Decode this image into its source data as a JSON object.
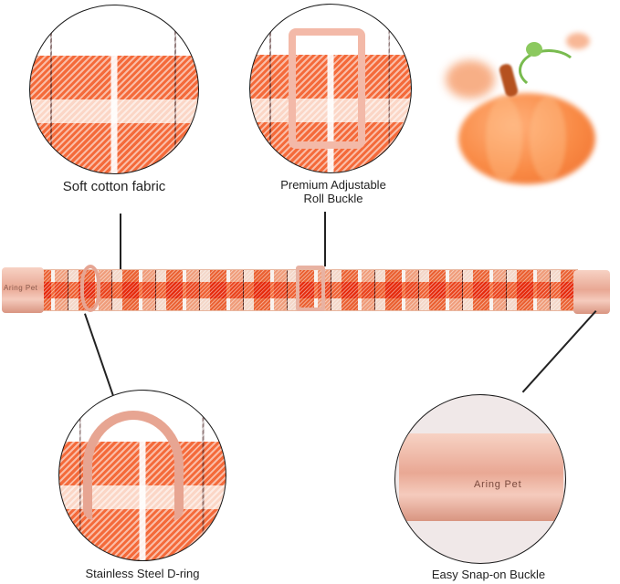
{
  "features": [
    {
      "id": "soft-cotton-fabric",
      "label": "Soft cotton fabric"
    },
    {
      "id": "roll-buckle",
      "label_line1": "Premium Adjustable",
      "label_line2": "Roll Buckle"
    },
    {
      "id": "d-ring",
      "label": "Stainless Steel D-ring"
    },
    {
      "id": "snap-buckle",
      "label": "Easy Snap-on Buckle"
    }
  ],
  "collar": {
    "brand_engraving": "Aring Pet"
  },
  "snap_buckle_closeup": {
    "engraving": "Aring Pet"
  },
  "decoration": {
    "icon": "pumpkin-icon"
  },
  "colors": {
    "plaid_orange": "#f26635",
    "plaid_white": "#ffffff",
    "rose_gold": "#e9a894",
    "line": "#222222"
  }
}
